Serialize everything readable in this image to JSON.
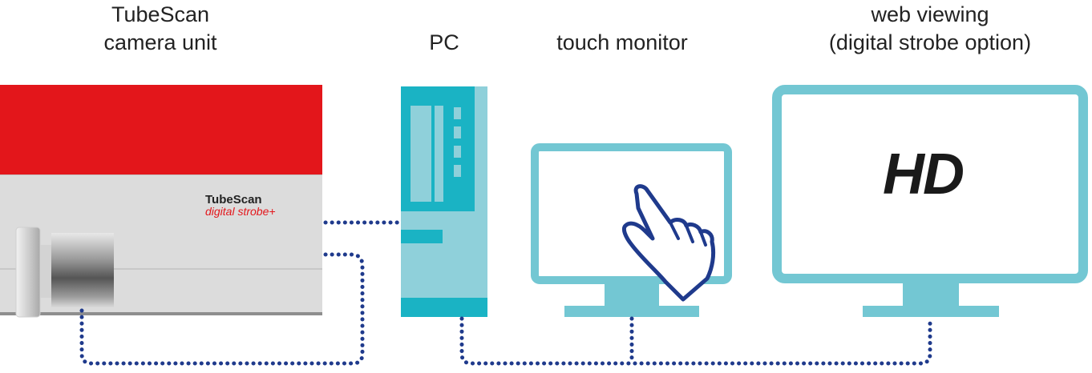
{
  "labels": {
    "camera_unit": [
      "TubeScan",
      "camera unit"
    ],
    "pc": "PC",
    "touch_monitor": "touch monitor",
    "web_viewing": [
      "web viewing",
      "(digital strobe option)"
    ]
  },
  "device_badge": {
    "brand": "TubeScan",
    "model": "digital strobe+"
  },
  "hd_screen": {
    "text": "HD"
  },
  "colors": {
    "camera_housing_red": "#e3161b",
    "camera_housing_grey": "#dcdcdc",
    "device_teal": "#1ab3c4",
    "device_teal_light": "#8fd0da",
    "monitor_frame": "#73c7d3",
    "cable_dots": "#1f3a8c",
    "hand_outline": "#1f3a8c",
    "label_text": "#222222",
    "badge_model_red": "#e3161b"
  },
  "icons": {
    "hand": "pointing-hand-icon",
    "lens": "camera-lens-icon"
  }
}
